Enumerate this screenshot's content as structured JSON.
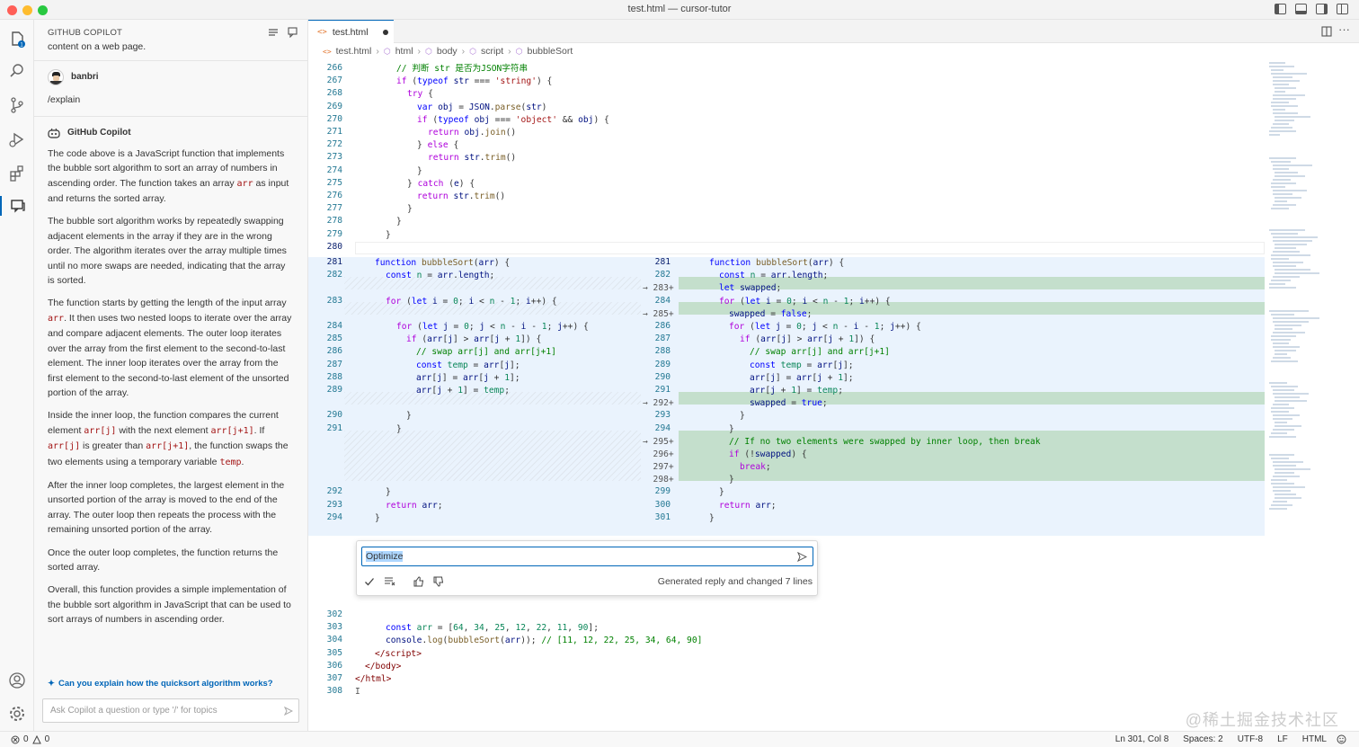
{
  "window": {
    "title": "test.html — cursor-tutor"
  },
  "sidebar": {
    "header": "GITHUB COPILOT",
    "top_text": "content on a web page.",
    "user": {
      "name": "banbri",
      "message": "/explain"
    },
    "bot": {
      "name": "GitHub Copilot",
      "p1_a": "The code above is a JavaScript function that implements the bubble sort algorithm to sort an array of numbers in ascending order. The function takes an array ",
      "p1_code": "arr",
      "p1_b": " as input and returns the sorted array.",
      "p2": "The bubble sort algorithm works by repeatedly swapping adjacent elements in the array if they are in the wrong order. The algorithm iterates over the array multiple times until no more swaps are needed, indicating that the array is sorted.",
      "p3_a": "The function starts by getting the length of the input array ",
      "p3_code": "arr",
      "p3_b": ". It then uses two nested loops to iterate over the array and compare adjacent elements. The outer loop iterates over the array from the first element to the second-to-last element. The inner loop iterates over the array from the first element to the second-to-last element of the unsorted portion of the array.",
      "p4_a": "Inside the inner loop, the function compares the current element ",
      "p4_c1": "arr[j]",
      "p4_b": " with the next element ",
      "p4_c2": "arr[j+1]",
      "p4_c": ". If ",
      "p4_c3": "arr[j]",
      "p4_d": " is greater than ",
      "p4_c4": "arr[j+1]",
      "p4_e": ", the function swaps the two elements using a temporary variable ",
      "p4_c5": "temp",
      "p4_f": ".",
      "p5": "After the inner loop completes, the largest element in the unsorted portion of the array is moved to the end of the array. The outer loop then repeats the process with the remaining unsorted portion of the array.",
      "p6": "Once the outer loop completes, the function returns the sorted array.",
      "p7": "Overall, this function provides a simple implementation of the bubble sort algorithm in JavaScript that can be used to sort arrays of numbers in ascending order."
    },
    "suggestion": "Can you explain how the quicksort algorithm works?",
    "input_placeholder": "Ask Copilot a question or type '/' for topics"
  },
  "editor": {
    "tab": "test.html",
    "breadcrumb": [
      "test.html",
      "html",
      "body",
      "script",
      "bubbleSort"
    ]
  },
  "inline_chat": {
    "input_value": "Optimize",
    "status": "Generated reply and changed 7 lines"
  },
  "statusbar": {
    "errors": "0",
    "warnings": "0",
    "position": "Ln 301, Col 8",
    "spaces": "Spaces: 2",
    "encoding": "UTF-8",
    "eol": "LF",
    "language": "HTML"
  },
  "watermark": "@稀土掘金技术社区"
}
